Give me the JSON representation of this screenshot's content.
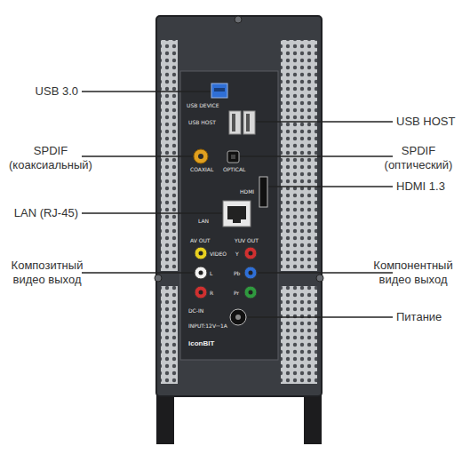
{
  "diagram": {
    "labels": [
      "USB 3.0",
      "USB HOST",
      "SPDIF (коаксиальный)",
      "SPDIF (оптический)",
      "HDMI 1.3",
      "LAN (RJ-45)",
      "Композитный видео выход",
      "Компонентный видео выход",
      "Питание",
      "USB DEVICE",
      "USB HOST",
      "COAXIAL",
      "OPTICAL",
      "HDMI",
      "LAN",
      "AV OUT",
      "YUV OUT",
      "VIDEO",
      "L",
      "R",
      "Y",
      "Pb",
      "Pr",
      "DC-IN",
      "INPUT:12V⎓1A",
      "iconBIT"
    ]
  }
}
